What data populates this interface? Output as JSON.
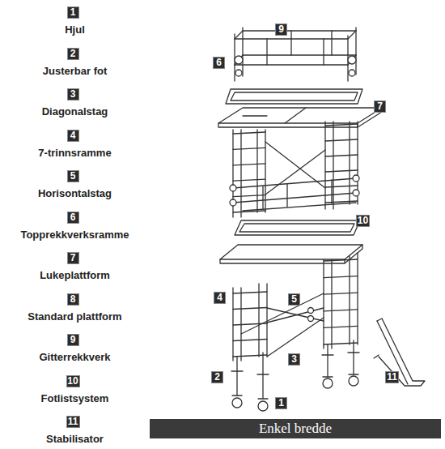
{
  "diagram": {
    "caption": "Enkel bredde",
    "nodes": [
      {
        "text": [
          "1",
          "Hjul"
        ]
      },
      {
        "text": [
          "2",
          "Justerbar fot"
        ]
      },
      {
        "text": [
          "3",
          "Diagonalstag"
        ]
      },
      {
        "text": [
          "4",
          "7-trinnsramme"
        ]
      },
      {
        "text": [
          "5",
          "Horisontalstag"
        ]
      },
      {
        "text": [
          "6",
          "Topprekkverksramme"
        ]
      },
      {
        "text": [
          "7",
          "Lukeplattform"
        ]
      },
      {
        "text": [
          "8",
          "Standard plattform"
        ]
      },
      {
        "text": [
          "9",
          "Gitterrekkverk"
        ]
      },
      {
        "text": [
          "10",
          "Fotlistsystem"
        ]
      },
      {
        "text": [
          "11",
          "Stabilisator"
        ]
      },
      {
        "text": [
          "9"
        ]
      },
      {
        "text": [
          "6"
        ]
      },
      {
        "text": [
          "7"
        ]
      },
      {
        "text": [
          "10"
        ]
      },
      {
        "text": [
          "4"
        ]
      },
      {
        "text": [
          "5"
        ]
      },
      {
        "text": [
          "3"
        ]
      },
      {
        "text": [
          "2"
        ]
      },
      {
        "text": [
          "11"
        ]
      },
      {
        "text": [
          "1"
        ]
      }
    ]
  }
}
